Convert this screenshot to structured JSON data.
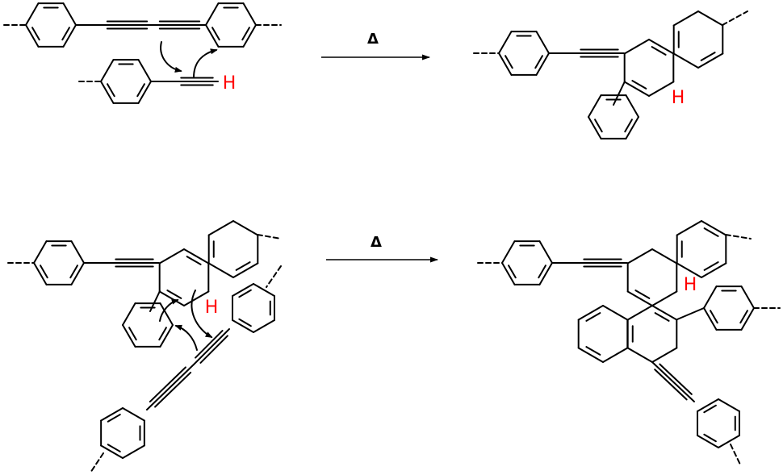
{
  "reactions": [
    {
      "condition": "Δ",
      "atom_labels": [
        "H",
        "H"
      ]
    },
    {
      "condition": "Δ",
      "atom_labels": [
        "H",
        "H"
      ]
    }
  ],
  "colors": {
    "bond": "#000000",
    "hydrogen": "#ff0000",
    "background": "#ffffff"
  }
}
